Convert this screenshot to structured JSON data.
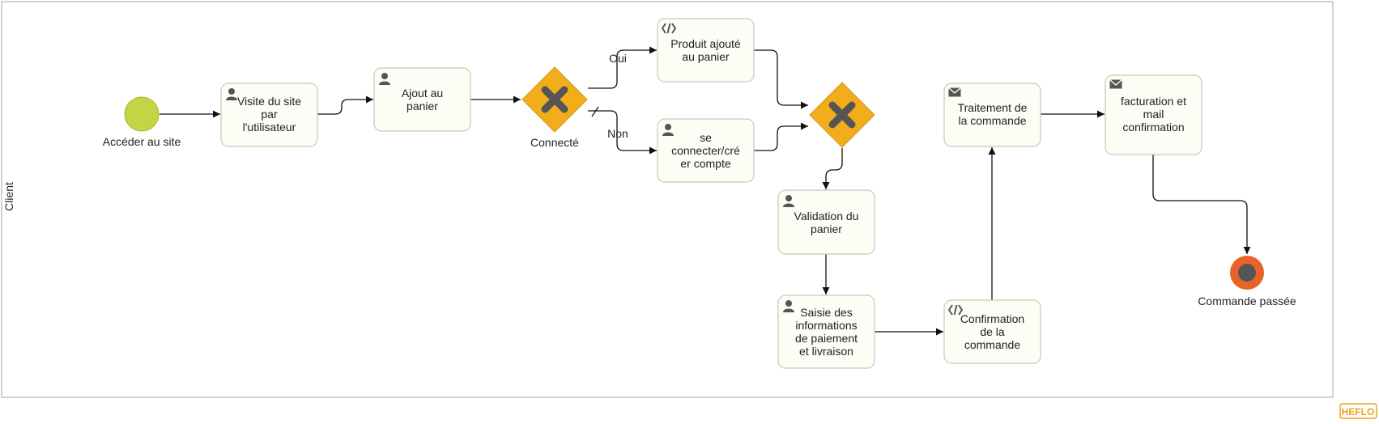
{
  "pool": {
    "label": "Client"
  },
  "start_event": {
    "label": "Accéder au site",
    "color": "#c3d544"
  },
  "end_event": {
    "label": "Commande passée",
    "color": "#e8632b",
    "inner_color": "#555555"
  },
  "gateway_color": "#f2ae1a",
  "gateways": {
    "connecte": {
      "label": "Connecté"
    },
    "merge": {
      "label": ""
    }
  },
  "tasks": {
    "visite": {
      "type": "user",
      "icon": "user-icon",
      "lines": [
        "Visite du site",
        "par",
        "l'utilisateur"
      ]
    },
    "ajout": {
      "type": "user",
      "icon": "user-icon",
      "lines": [
        "Ajout au",
        "panier"
      ]
    },
    "produit": {
      "type": "script",
      "icon": "script-icon",
      "lines": [
        "Produit ajouté",
        "au panier"
      ]
    },
    "connecter": {
      "type": "user",
      "icon": "user-icon",
      "lines": [
        "se",
        "connecter/cré",
        "er compte"
      ]
    },
    "validation": {
      "type": "user",
      "icon": "user-icon",
      "lines": [
        "Validation du",
        "panier"
      ]
    },
    "saisie": {
      "type": "user",
      "icon": "user-icon",
      "lines": [
        "Saisie des",
        "informations",
        "de paiement",
        "et livraison"
      ]
    },
    "confirmation": {
      "type": "script",
      "icon": "script-icon",
      "lines": [
        "Confirmation",
        "de la",
        "commande"
      ]
    },
    "traitement": {
      "type": "message",
      "icon": "envelope-icon",
      "lines": [
        "Traitement de",
        "la commande"
      ]
    },
    "facturation": {
      "type": "message",
      "icon": "envelope-icon",
      "lines": [
        "facturation et",
        "mail",
        "confirmation"
      ]
    }
  },
  "flows": {
    "oui": "Oui",
    "non": "Non"
  },
  "brand": {
    "text": "HEFLO",
    "color": "#f0a020"
  }
}
